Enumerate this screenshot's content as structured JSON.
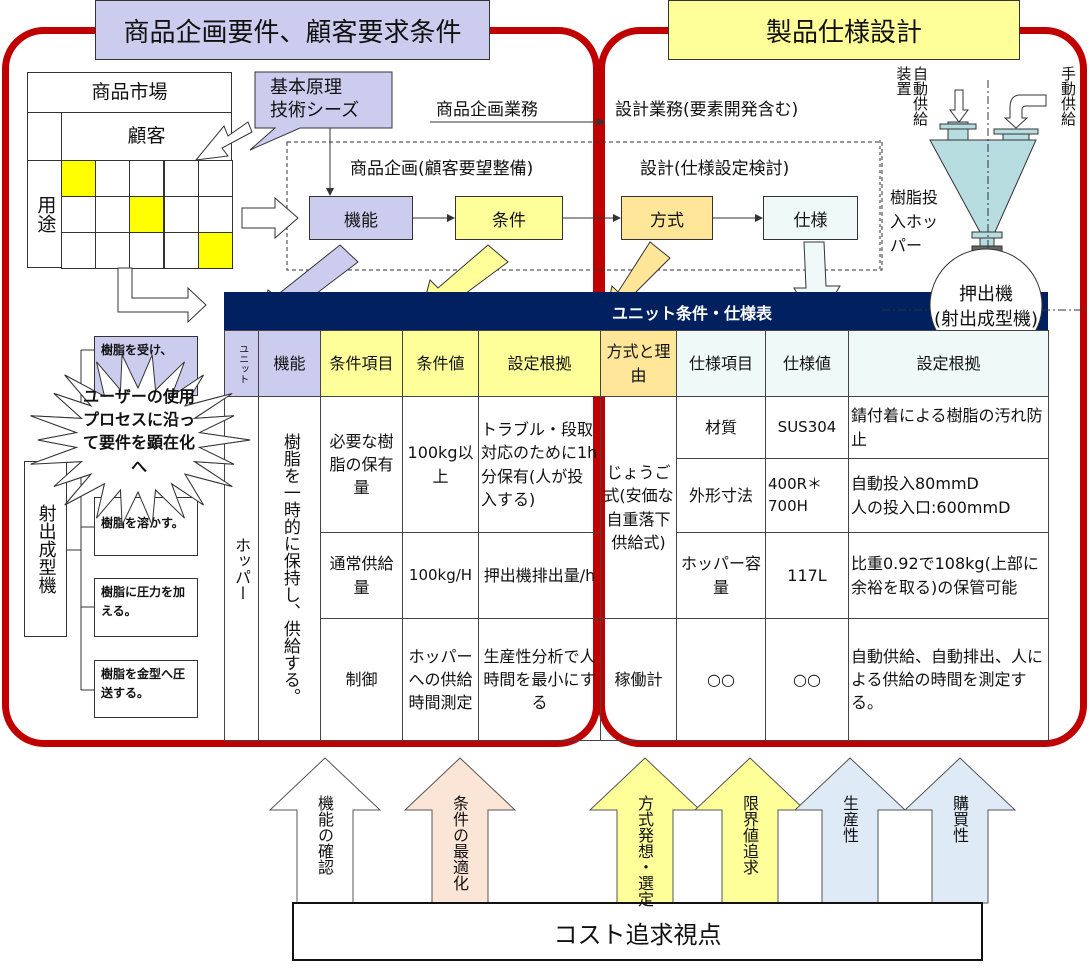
{
  "titles": {
    "left": "商品企画要件、顧客要求条件",
    "right": "製品仕様設計"
  },
  "market": {
    "header": "商品市場",
    "customer": "顧客",
    "usage": "用途",
    "highlight_color": "#ffff00"
  },
  "seeds_callout": "基本原理\n技術シーズ",
  "flow": {
    "planning_work": "商品企画業務",
    "design_work": "設計業務(要素開発含む)",
    "planning_phase": "商品企画(顧客要望整備)",
    "design_phase": "設計(仕様設定検討)",
    "boxes": [
      "機能",
      "条件",
      "方式",
      "仕様"
    ]
  },
  "tree": {
    "root": "射出成型機",
    "items": [
      "樹脂を受け、",
      "樹脂を溶かす。",
      "樹脂に圧力を加える。",
      "樹脂を金型へ圧送する。"
    ]
  },
  "burst": "ユーザーの使用プロセスに沿って要件を顕在化へ",
  "table": {
    "title": "ユニット条件・仕様表",
    "headers": [
      "ユニット",
      "機能",
      "条件項目",
      "条件値",
      "設定根拠",
      "方式と理由",
      "仕様項目",
      "仕様値",
      "設定根拠"
    ],
    "unit": "ホッパー",
    "function": "樹脂を一時的に保持し、供給する。",
    "conditions": [
      {
        "item": "必要な樹脂の保有量",
        "value": "100kg以上",
        "basis": "トラブル・段取対応のために1h分保有(人が投入する)"
      },
      {
        "item": "通常供給量",
        "value": "100kg/H",
        "basis": "押出機排出量/h"
      },
      {
        "item": "制御",
        "value": "ホッパーへの供給時間測定",
        "basis": "生産性分析で人時間を最小にする"
      }
    ],
    "methods": [
      "じょうご式(安価な自重落下供給式)",
      "稼働計"
    ],
    "specs": [
      {
        "item": "材質",
        "value": "SUS304",
        "basis": "錆付着による樹脂の汚れ防止"
      },
      {
        "item": "外形寸法",
        "value": "400R＊700H",
        "basis": "自動投入80mmD\n人の投入口:600mmD"
      },
      {
        "item": "ホッパー容量",
        "value": "117L",
        "basis": "比重0.92で108kg(上部に余裕を取る)の保管可能"
      },
      {
        "item": "○○",
        "value": "○○",
        "basis": "自動供給、自動排出、人による供給の時間を測定する。"
      }
    ]
  },
  "hopper": {
    "auto_feed": "自動供給装置",
    "manual_feed": "手動供給",
    "hopper_label": "樹脂投入ホッパー",
    "extruder": "押出機\n(射出成型機)"
  },
  "bottom": {
    "arrows": [
      "機能の確認",
      "条件の最適化",
      "方式発想・選定",
      "限界値追求",
      "生産性",
      "購買性"
    ],
    "base": "コスト追求視点"
  },
  "colors": {
    "frame": "#c00000",
    "navy": "#002060",
    "lavender": "#ccccee",
    "yellow": "#ffff99",
    "gold": "#ffe699",
    "ice": "#eef9f8"
  }
}
